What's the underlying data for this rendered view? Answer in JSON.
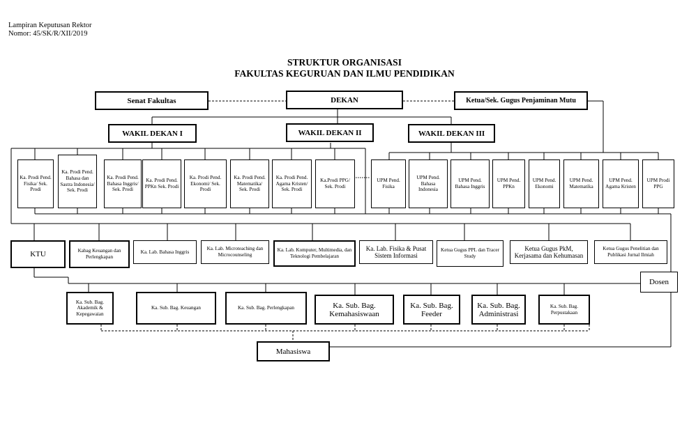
{
  "header": {
    "line1": "Lampiran Keputusan Rektor",
    "line2": "Nomor: 45/SK/R/XII/2019"
  },
  "title": {
    "line1": "STRUKTUR ORGANISASI",
    "line2": "FAKULTAS KEGURUAN DAN ILMU PENDIDIKAN"
  },
  "top": {
    "senat": "Senat Fakultas",
    "dekan": "DEKAN",
    "gugus": "Ketua/Sek. Gugus Penjaminan Mutu"
  },
  "wakil": [
    "WAKIL DEKAN I",
    "WAKIL DEKAN II",
    "WAKIL DEKAN III"
  ],
  "prodi": [
    "Ka. Prodi Pend. Fisika/ Sek. Prodi",
    "Ka. Prodi Pend. Bahasa dan Sastra Indonesia/ Sek. Prodi",
    "Ka. Prodi Pend. Bahasa Inggris/ Sek. Prodi",
    "Ka. Prodi Pend. PPKn Sek. Prodi",
    "Ka. Prodi Pend. Ekonomi/ Sek. Prodi",
    "Ka. Prodi Pend. Matematika/ Sek. Prodi",
    "Ka. Prodi Pend. Agama Kristen/ Sek. Prodi",
    "Ka.Prodi PPG/ Sek. Prodi"
  ],
  "upm": [
    "UPM Pend. Fisika",
    "UPM Pend. Bahasa Indonesia",
    "UPM Pend. Bahasa Inggris",
    "UPM Pend. PPKn",
    "UPM Pend. Ekonomi",
    "UPM Pend. Matematika",
    "UPM Pend. Agama Kristen",
    "UPM Prodi PPG"
  ],
  "units": [
    "KTU",
    "Kabag Keuangan dan Perlengkapan",
    "Ka. Lab. Bahasa Inggris",
    "Ka. Lab. Microteaching dan Microcounseling",
    "Ka. Lab. Komputer, Multimedia, dan Teknologi Pembelajaran",
    "Ka. Lab. Fisika & Pusat Sistem Informasi",
    "Ketua Gugus PPL dan Tracer Study",
    "Ketua Gugus PkM, Kerjasama dan Kehumasan",
    "Ketua Gugus Penelitian dan Publikasi Jurnal Ilmiah"
  ],
  "dosen": "Dosen",
  "subbag": [
    "Ka. Sub. Bag. Akademik & Kepegawaian",
    "Ka. Sub. Bag. Keuangan",
    "Ka. Sub. Bag. Perlengkapan",
    "Ka. Sub. Bag. Kemahasiswaan",
    "Ka. Sub. Bag. Feeder",
    "Ka. Sub. Bag. Administrasi",
    "Ka. Sub. Bag. Perpustakaan"
  ],
  "mahasiswa": "Mahasiswa"
}
